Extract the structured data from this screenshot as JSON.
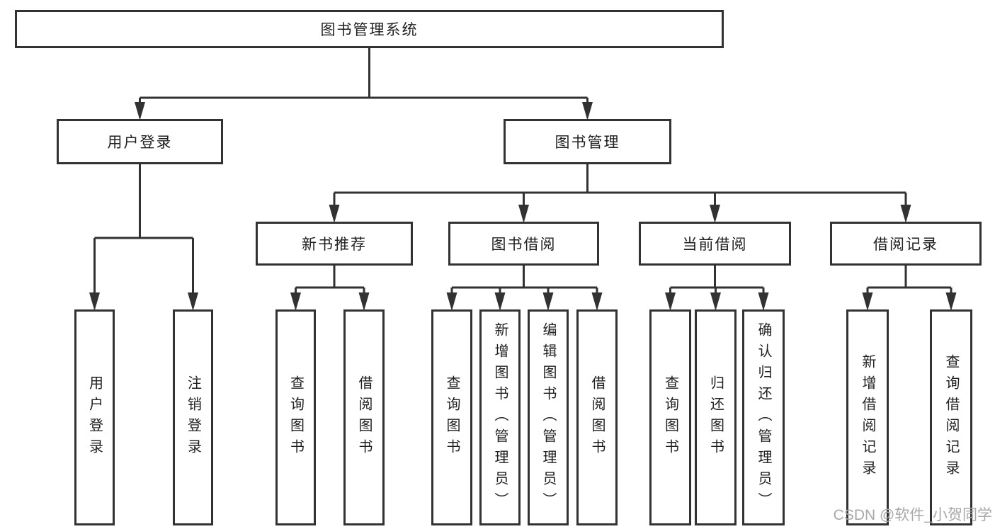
{
  "colors": {
    "line": "#323232",
    "text": "#1f1f1f",
    "background": "#ffffff",
    "watermark": "#a9a9a9"
  },
  "tree": {
    "id": "root",
    "label": "图书管理系统",
    "children": [
      {
        "id": "user-login",
        "label": "用户登录",
        "children": [
          {
            "id": "user-login-leaf",
            "label": "用户登录"
          },
          {
            "id": "logout",
            "label": "注销登录"
          }
        ]
      },
      {
        "id": "book-management",
        "label": "图书管理",
        "children": [
          {
            "id": "new-book-recommendation",
            "label": "新书推荐",
            "children": [
              {
                "id": "query-books-1",
                "label": "查询图书"
              },
              {
                "id": "borrow-books-1",
                "label": "借阅图书"
              }
            ]
          },
          {
            "id": "book-borrowing",
            "label": "图书借阅",
            "children": [
              {
                "id": "query-books-2",
                "label": "查询图书"
              },
              {
                "id": "add-books-admin",
                "label": "新增图书（管理员）"
              },
              {
                "id": "edit-books-admin",
                "label": "编辑图书（管理员）"
              },
              {
                "id": "borrow-books-2",
                "label": "借阅图书"
              }
            ]
          },
          {
            "id": "current-borrowing",
            "label": "当前借阅",
            "children": [
              {
                "id": "query-books-3",
                "label": "查询图书"
              },
              {
                "id": "return-books",
                "label": "归还图书"
              },
              {
                "id": "confirm-return-admin",
                "label": "确认归还（管理员）"
              }
            ]
          },
          {
            "id": "borrowing-records",
            "label": "借阅记录",
            "children": [
              {
                "id": "add-borrow-record",
                "label": "新增借阅记录"
              },
              {
                "id": "query-borrow-record",
                "label": "查询借阅记录"
              }
            ]
          }
        ]
      }
    ]
  },
  "watermark": {
    "text": "CSDN @软件_小贺同学"
  }
}
